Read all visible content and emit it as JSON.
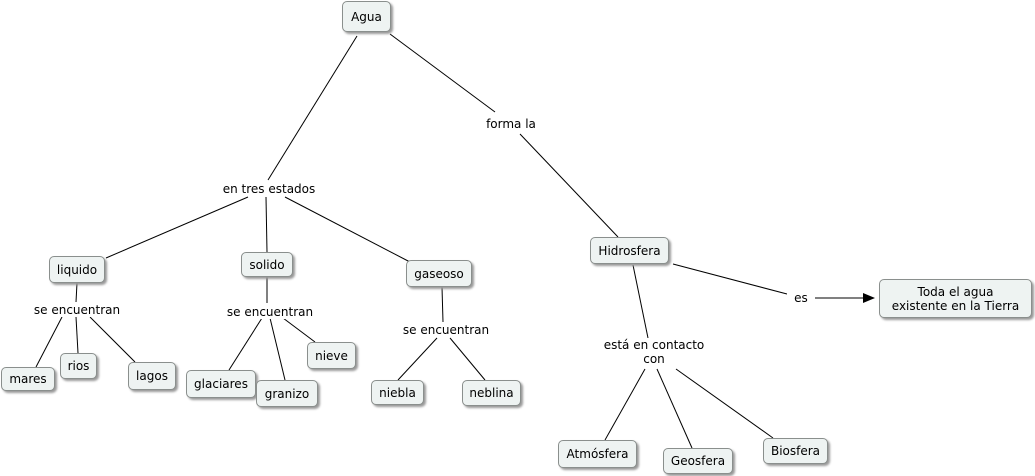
{
  "concepts": {
    "agua": "Agua",
    "liquido": "liquido",
    "solido": "solido",
    "gaseoso": "gaseoso",
    "mares": "mares",
    "rios": "rios",
    "lagos": "lagos",
    "glaciares": "glaciares",
    "granizo": "granizo",
    "nieve": "nieve",
    "niebla": "niebla",
    "neblina": "neblina",
    "hidrosfera": "Hidrosfera",
    "toda_agua": "Toda el agua existente en la Tierra",
    "atmosfera": "Atmósfera",
    "geosfera": "Geosfera",
    "biosfera": "Biosfera"
  },
  "links": {
    "en_tres_estados": "en tres estados",
    "forma_la": "forma la",
    "se_encuentran_liquido": "se encuentran",
    "se_encuentran_solido": "se encuentran",
    "se_encuentran_gaseoso": "se encuentran",
    "es": "es",
    "esta_en_contacto": "está en contacto con"
  }
}
